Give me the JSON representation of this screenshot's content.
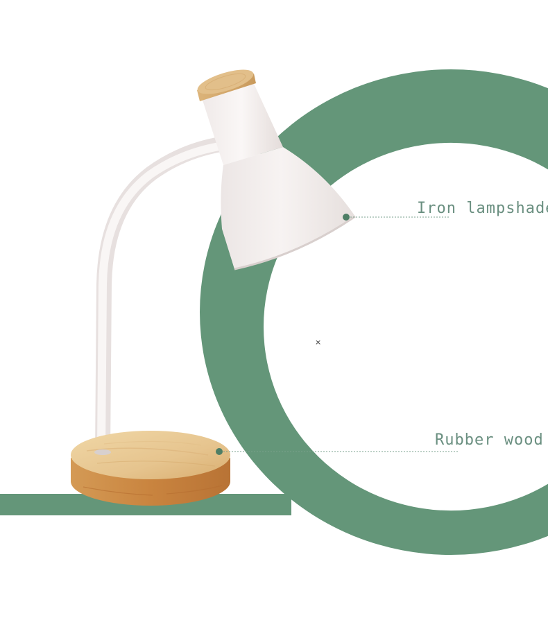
{
  "colors": {
    "accent_green": "#649679",
    "label_text": "#6a8f80",
    "lamp_white": "#f3eeed",
    "wood_light": "#e7c690",
    "wood_dark": "#c98a45",
    "background": "#ffffff"
  },
  "callouts": [
    {
      "name": "lampshade",
      "label": "Iron lampshade"
    },
    {
      "name": "base",
      "label": "Rubber wood"
    }
  ],
  "center_mark": "×"
}
